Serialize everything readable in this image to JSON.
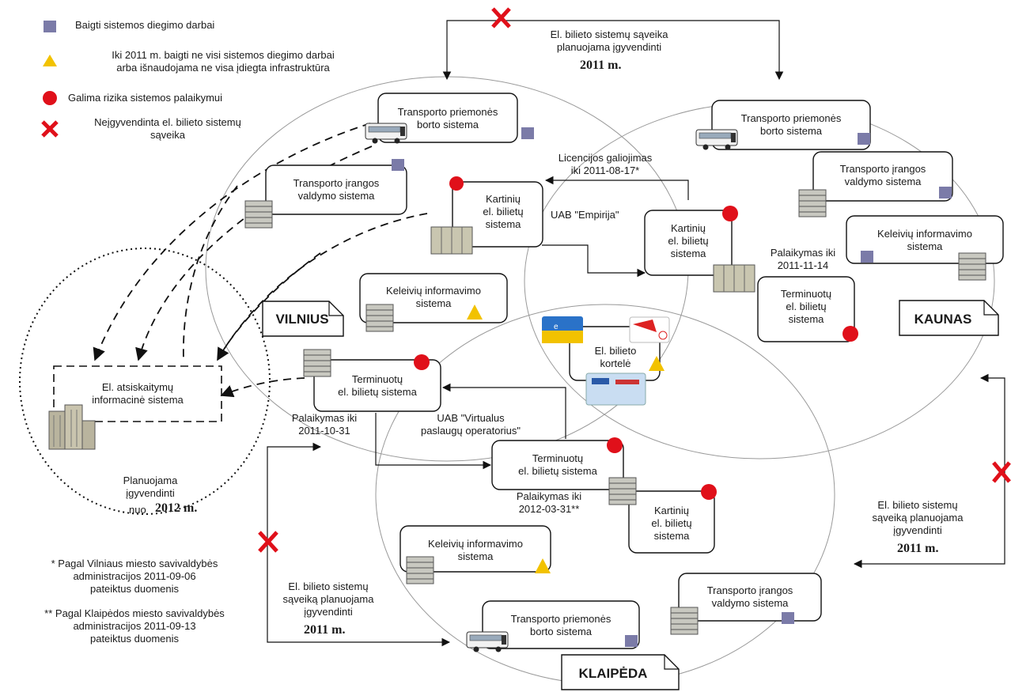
{
  "legend": {
    "completed": "Baigti sistemos diegimo darbai",
    "partial_line1": "Iki 2011 m. baigti ne visi sistemos diegimo darbai",
    "partial_line2": "arba išnaudojama ne visa įdiegta infrastruktūra",
    "risk": "Galima rizika sistemos palaikymui",
    "not_implemented_line1": "Neįgyvendinta el. bilieto sistemų",
    "not_implemented_line2": "sąveika"
  },
  "colors": {
    "completed": "#7b7ba8",
    "partial": "#f2c200",
    "risk": "#e0101a",
    "not_implemented": "#e0101a"
  },
  "top_link": {
    "line1": "El. bilieto sistemų sąveika",
    "line2": "planuojama įgyvendinti",
    "year": "2011 m."
  },
  "vilnius": {
    "label": "VILNIUS",
    "board_system": [
      "Transporto priemonės",
      "borto sistema"
    ],
    "equipment_system": [
      "Transporto įrangos",
      "valdymo sistema"
    ],
    "single_ticket": [
      "Kartinių",
      "el. bilietų",
      "sistema"
    ],
    "passenger_info": [
      "Keleivių informavimo",
      "sistema"
    ],
    "term_ticket": [
      "Terminuotų",
      "el. bilietų sistema"
    ],
    "support_line1": "Palaikymas iki",
    "support_line2": "2011-10-31"
  },
  "kaunas": {
    "label": "KAUNAS",
    "board_system": [
      "Transporto priemonės",
      "borto sistema"
    ],
    "equipment_system": [
      "Transporto įrangos",
      "valdymo sistema"
    ],
    "single_ticket": [
      "Kartinių",
      "el. bilietų",
      "sistema"
    ],
    "passenger_info": [
      "Keleivių informavimo",
      "sistema"
    ],
    "term_ticket": [
      "Terminuotų",
      "el. bilietų",
      "sistema"
    ],
    "support_line1": "Palaikymas iki",
    "support_line2": "2011-11-14"
  },
  "klaipeda": {
    "label": "KLAIPĖDA",
    "board_system": [
      "Transporto priemonės",
      "borto sistema"
    ],
    "equipment_system": [
      "Transporto įrangos",
      "valdymo sistema"
    ],
    "single_ticket": [
      "Kartinių",
      "el. bilietų",
      "sistema"
    ],
    "passenger_info": [
      "Keleivių informavimo",
      "sistema"
    ],
    "term_ticket": [
      "Terminuotų",
      "el. bilietų sistema"
    ],
    "support_line1": "Palaikymas iki",
    "support_line2": "2012-03-31**"
  },
  "license": {
    "line1": "Licencijos galiojimas",
    "line2": "iki 2011-08-17*"
  },
  "empirija": "UAB \"Empirija\"",
  "operator": {
    "line1": "UAB \"Virtualus",
    "line2": "paslaugų operatorius\""
  },
  "card": {
    "line1": "El. bilieto",
    "line2": "kortelė"
  },
  "settlement": {
    "line1": "El. atsiskaitymų",
    "line2": "informacinė sistema"
  },
  "settlement_plan": {
    "line1": "Planuojama",
    "line2": "įgyvendinti",
    "line3_prefix": "nuo",
    "year": "2012 m."
  },
  "right_link": {
    "line1": "El. bilieto sistemų",
    "line2": "sąveiką planuojama",
    "line3": "įgyvendinti",
    "year": "2011 m."
  },
  "left_link": {
    "line1": "El. bilieto sistemų",
    "line2": "sąveiką planuojama",
    "line3": "įgyvendinti",
    "year": "2011 m."
  },
  "footnotes": {
    "f1_line1": "* Pagal Vilniaus miesto savivaldybės",
    "f1_line2": "administracijos 2011-09-06",
    "f1_line3": "pateiktus duomenis",
    "f2_line1": "** Pagal Klaipėdos miesto savivaldybės",
    "f2_line2": "administracijos 2011-09-13",
    "f2_line3": "pateiktus duomenis"
  }
}
